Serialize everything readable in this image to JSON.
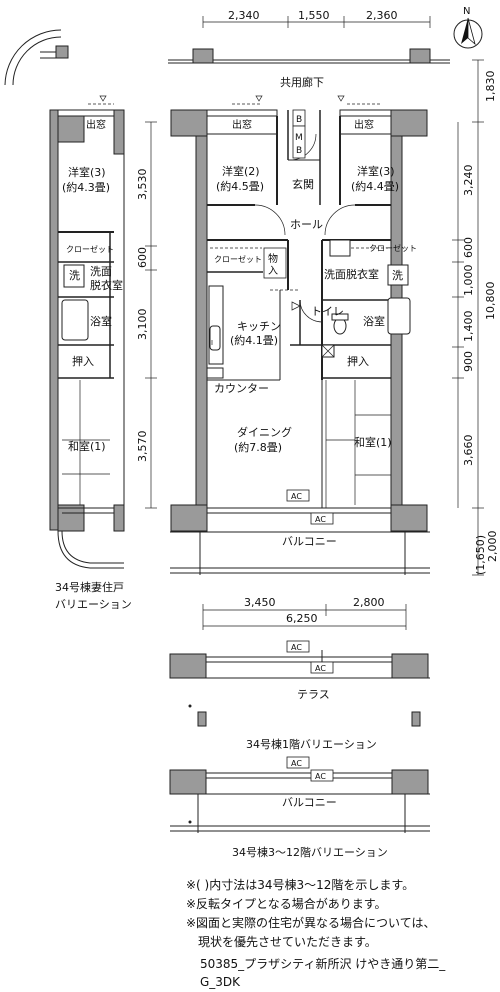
{
  "compass": {
    "label": "N"
  },
  "top_dims": [
    "2,340",
    "1,550",
    "2,360"
  ],
  "right_dims": {
    "corridor": "1,830",
    "total": "10,800",
    "r1": "3,240",
    "r2": "600",
    "r3": "1,000",
    "r4": "1,400",
    "r5": "900",
    "r6": "3,660",
    "balcony": "(1,650)",
    "balcony2": "2,000"
  },
  "left_dims": [
    "3,530",
    "600",
    "3,100",
    "3,570"
  ],
  "bottom_dims": {
    "left": "3,450",
    "right": "2,800",
    "total": "6,250"
  },
  "labels": {
    "corridor": "共用廊下",
    "demado": "出窓",
    "mb_b1": "B",
    "mb_m": "M",
    "mb_b2": "B",
    "room2": "洋室(2)",
    "room2_size": "(約4.5畳)",
    "genkan": "玄関",
    "room3": "洋室(3)",
    "room3_size": "(約4.4畳)",
    "hall": "ホール",
    "closet": "クローゼット",
    "storage": "物入",
    "washroom": "洗面脱衣室",
    "wash": "洗",
    "toilet": "トイレ",
    "bath": "浴室",
    "kitchen": "キッチン",
    "kitchen_size": "(約4.1畳)",
    "counter": "カウンター",
    "oshiire": "押入",
    "dining": "ダイニング",
    "dining_size": "(約7.8畳)",
    "washitsu": "和室(1)",
    "ac": "AC",
    "balcony": "バルコニー",
    "terrace": "テラス",
    "kabe_room3": "洋室(3)",
    "kabe_room3_size": "(約4.3畳)",
    "kabe_washroom1": "洗面",
    "kabe_washroom2": "脱衣室",
    "kabe_caption1": "34号棟妻住戸",
    "kabe_caption2": "バリエーション",
    "var1_caption": "34号棟1階バリエーション",
    "var2_caption": "34号棟3～12階バリエーション"
  },
  "notes": [
    "※( )内寸法は34号棟3～12階を示します。",
    "※反転タイプとなる場合があります。",
    "※図面と実際の住宅が異なる場合については、",
    "　現状を優先させていただきます。"
  ],
  "footer": [
    "50385_プラザシティ新所沢 けやき通り第二_",
    "G_3DK"
  ]
}
